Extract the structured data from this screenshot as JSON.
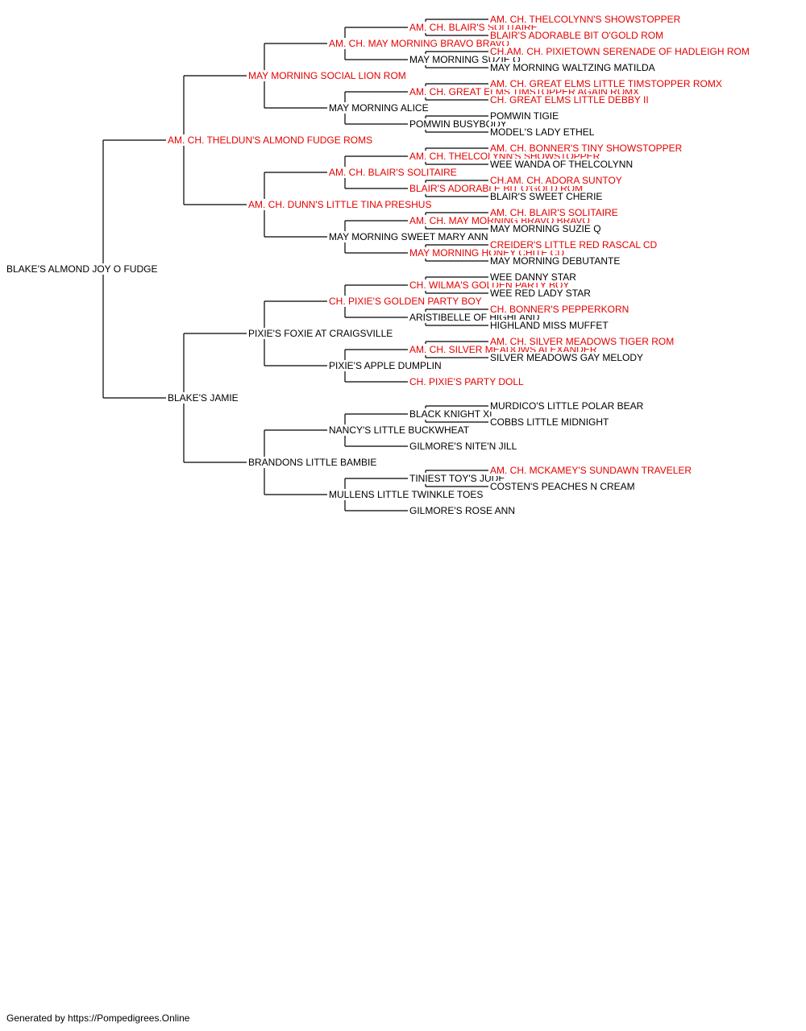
{
  "pedigree": {
    "subject": {
      "name": "BLAKE'S ALMOND JOY O FUDGE",
      "champion": false
    },
    "sire": {
      "name": "AM. CH. THELDUN'S ALMOND FUDGE ROMS",
      "champion": true
    },
    "dam": {
      "name": "BLAKE'S JAMIE",
      "champion": false
    },
    "gen2": [
      {
        "name": "MAY MORNING SOCIAL LION ROM",
        "champion": true
      },
      {
        "name": "AM. CH. DUNN'S LITTLE TINA PRESHUS",
        "champion": true
      },
      {
        "name": "PIXIE'S FOXIE AT CRAIGSVILLE",
        "champion": false
      },
      {
        "name": "BRANDONS LITTLE BAMBIE",
        "champion": false
      }
    ],
    "gen3": [
      {
        "name": "AM. CH. MAY MORNING BRAVO BRAVO",
        "champion": true
      },
      {
        "name": "MAY MORNING ALICE",
        "champion": false
      },
      {
        "name": "AM. CH. BLAIR'S SOLITAIRE",
        "champion": true
      },
      {
        "name": "MAY MORNING SWEET MARY ANN",
        "champion": false
      },
      {
        "name": "CH. PIXIE'S GOLDEN PARTY BOY",
        "champion": true
      },
      {
        "name": "PIXIE'S APPLE DUMPLIN",
        "champion": false
      },
      {
        "name": "NANCY'S LITTLE BUCKWHEAT",
        "champion": false
      },
      {
        "name": "MULLENS LITTLE TWINKLE TOES",
        "champion": false
      }
    ],
    "gen4": [
      {
        "name": "AM. CH. BLAIR'S SOLITAIRE",
        "champion": true
      },
      {
        "name": "MAY MORNING SUZIE Q",
        "champion": false
      },
      {
        "name": "AM. CH. GREAT ELMS TIMSTOPPER AGAIN ROMX",
        "champion": true
      },
      {
        "name": "POMWIN BUSYBODY",
        "champion": false
      },
      {
        "name": "AM. CH. THELCOLYNN'S SHOWSTOPPER",
        "champion": true
      },
      {
        "name": "BLAIR'S ADORABLE BIT O'GOLD ROM",
        "champion": true
      },
      {
        "name": "AM. CH. MAY MORNING BRAVO BRAVO",
        "champion": true
      },
      {
        "name": "MAY MORNING HONEY CHITE CD",
        "champion": true
      },
      {
        "name": "CH. WILMA'S GOLDEN PARTY BOY",
        "champion": true
      },
      {
        "name": "ARISTIBELLE OF HIGHLAND",
        "champion": false
      },
      {
        "name": "AM. CH. SILVER MEADOWS ALEXANDER",
        "champion": true
      },
      {
        "name": "CH. PIXIE'S PARTY DOLL",
        "champion": true
      },
      {
        "name": "BLACK KNIGHT XI",
        "champion": false
      },
      {
        "name": "GILMORE'S NITE'N JILL",
        "champion": false
      },
      {
        "name": "TINIEST TOY'S JUDE",
        "champion": false
      },
      {
        "name": "GILMORE'S ROSE ANN",
        "champion": false
      }
    ],
    "gen5": [
      {
        "name": "AM. CH. THELCOLYNN'S SHOWSTOPPER",
        "champion": true
      },
      {
        "name": "BLAIR'S ADORABLE BIT O'GOLD ROM",
        "champion": true
      },
      {
        "name": "CH.AM. CH. PIXIETOWN SERENADE OF HADLEIGH ROM",
        "champion": true
      },
      {
        "name": "MAY MORNING WALTZING MATILDA",
        "champion": false
      },
      {
        "name": "AM. CH. GREAT ELMS LITTLE TIMSTOPPER ROMX",
        "champion": true
      },
      {
        "name": "CH. GREAT ELMS LITTLE DEBBY II",
        "champion": true
      },
      {
        "name": "POMWIN TIGIE",
        "champion": false
      },
      {
        "name": "MODEL'S LADY ETHEL",
        "champion": false
      },
      {
        "name": "AM. CH. BONNER'S TINY SHOWSTOPPER",
        "champion": true
      },
      {
        "name": "WEE WANDA OF THELCOLYNN",
        "champion": false
      },
      {
        "name": "CH.AM. CH. ADORA SUNTOY",
        "champion": true
      },
      {
        "name": "BLAIR'S SWEET CHERIE",
        "champion": false
      },
      {
        "name": "AM. CH. BLAIR'S SOLITAIRE",
        "champion": true
      },
      {
        "name": "MAY MORNING SUZIE Q",
        "champion": false
      },
      {
        "name": "CREIDER'S LITTLE RED RASCAL CD",
        "champion": true
      },
      {
        "name": "MAY MORNING DEBUTANTE",
        "champion": false
      },
      {
        "name": "WEE DANNY STAR",
        "champion": false
      },
      {
        "name": "WEE RED LADY STAR",
        "champion": false
      },
      {
        "name": "CH. BONNER'S PEPPERKORN",
        "champion": true
      },
      {
        "name": "HIGHLAND MISS MUFFET",
        "champion": false
      },
      {
        "name": "AM. CH. SILVER MEADOWS TIGER ROM",
        "champion": true
      },
      {
        "name": "SILVER MEADOWS GAY MELODY",
        "champion": false
      },
      null,
      null,
      {
        "name": "MURDICO'S LITTLE POLAR BEAR",
        "champion": false
      },
      {
        "name": "COBBS LITTLE MIDNIGHT",
        "champion": false
      },
      null,
      null,
      {
        "name": "AM. CH. MCKAMEY'S SUNDAWN TRAVELER",
        "champion": true
      },
      {
        "name": "COSTEN'S PEACHES N CREAM",
        "champion": false
      },
      null,
      null
    ]
  },
  "colors": {
    "champion": "#e60000",
    "regular": "#000000",
    "line": "#000000"
  },
  "footer": "Generated by https://Pompedigrees.Online"
}
